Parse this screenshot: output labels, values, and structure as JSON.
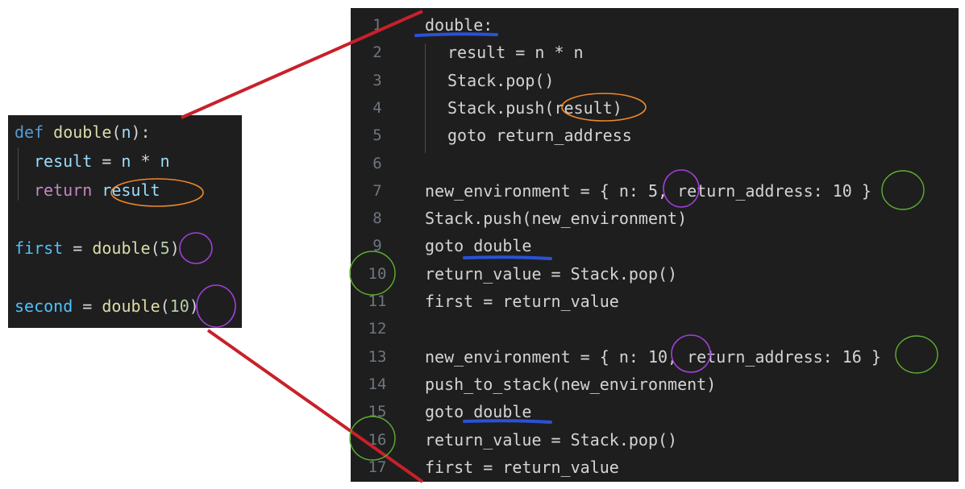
{
  "left_code": {
    "line1": {
      "kw": "def",
      "fn": "double",
      "open": "(",
      "param": "n",
      "close": "):"
    },
    "line2": {
      "var": "result",
      "op": " = ",
      "a": "n",
      "mul": " * ",
      "b": "n"
    },
    "line3": {
      "kw": "return",
      "var": "result"
    },
    "line4": {
      "var": "first",
      "op": " = ",
      "fn": "double",
      "open": "(",
      "arg": "5",
      "close": ")"
    },
    "line5": {
      "var": "second",
      "op": " = ",
      "fn": "double",
      "open": "(",
      "arg": "10",
      "close": ")"
    }
  },
  "right_code": {
    "lines": [
      {
        "num": "1",
        "text": "double:"
      },
      {
        "num": "2",
        "text": "result = n * n"
      },
      {
        "num": "3",
        "text": "Stack.pop()"
      },
      {
        "num": "4",
        "text": "Stack.push(result)"
      },
      {
        "num": "5",
        "text": "goto return_address"
      },
      {
        "num": "6",
        "text": ""
      },
      {
        "num": "7",
        "text": "new_environment = { n: 5, return_address: 10 }"
      },
      {
        "num": "8",
        "text": "Stack.push(new_environment)"
      },
      {
        "num": "9",
        "text": "goto double"
      },
      {
        "num": "10",
        "text": "return_value = Stack.pop()"
      },
      {
        "num": "11",
        "text": "first = return_value"
      },
      {
        "num": "12",
        "text": ""
      },
      {
        "num": "13",
        "text": "new_environment = { n: 10, return_address: 16 }"
      },
      {
        "num": "14",
        "text": "push_to_stack(new_environment)"
      },
      {
        "num": "15",
        "text": "goto double"
      },
      {
        "num": "16",
        "text": "return_value = Stack.pop()"
      },
      {
        "num": "17",
        "text": "first = return_value"
      }
    ]
  },
  "colors": {
    "background": "#1e1e1e",
    "connector": "#c8202a",
    "label_underline": "#2a52d6",
    "return_circle": "#f0892b",
    "argument_circle": "#a040d8",
    "address_circle": "#5fb030"
  }
}
